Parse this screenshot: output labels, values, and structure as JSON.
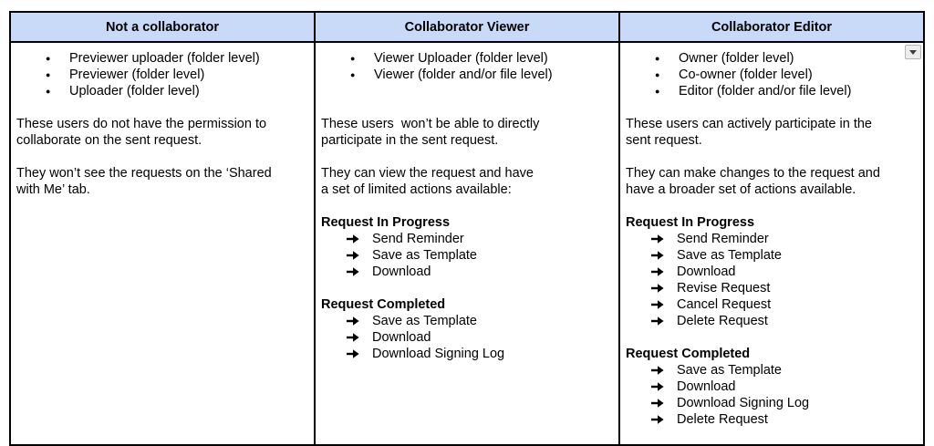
{
  "icons": {
    "bullet": "●",
    "arrow": "arrow-right-icon",
    "dropdown": "caret-down-icon"
  },
  "colors": {
    "header_bg": "#c9daf8",
    "border": "#000000",
    "text": "#000000"
  },
  "table": {
    "columns": [
      {
        "header": "Not a collaborator",
        "bullets": [
          "Previewer uploader (folder level)",
          "Previewer (folder level)",
          "Uploader (folder level)"
        ],
        "paragraphs": [
          "These users do not have the permission to\ncollaborate on the sent request.",
          "They won’t see the requests on the ‘Shared\nwith Me’ tab."
        ],
        "sections": []
      },
      {
        "header": "Collaborator Viewer",
        "bullets": [
          "Viewer Uploader (folder level)",
          "Viewer (folder and/or file level)"
        ],
        "paragraphs": [
          "These users  won’t be able to directly\nparticipate in the sent request.",
          "They can view the request and have\na set of limited actions available:"
        ],
        "sections": [
          {
            "title": "Request In Progress",
            "items": [
              "Send Reminder",
              "Save as Template",
              "Download"
            ]
          },
          {
            "title": "Request Completed",
            "items": [
              "Save as Template",
              "Download",
              "Download Signing Log"
            ]
          }
        ]
      },
      {
        "header": "Collaborator Editor",
        "bullets": [
          "Owner (folder level)",
          "Co-owner (folder level)",
          "Editor (folder and/or file level)"
        ],
        "paragraphs": [
          "These users can actively participate in the\nsent request.",
          "They can make changes to the request and\nhave a broader set of actions available."
        ],
        "sections": [
          {
            "title": "Request In Progress",
            "items": [
              "Send Reminder",
              "Save as Template",
              "Download",
              "Revise Request",
              "Cancel Request",
              "Delete Request"
            ]
          },
          {
            "title": "Request Completed",
            "items": [
              "Save as Template",
              "Download",
              "Download Signing Log",
              "Delete Request"
            ]
          }
        ]
      }
    ]
  }
}
